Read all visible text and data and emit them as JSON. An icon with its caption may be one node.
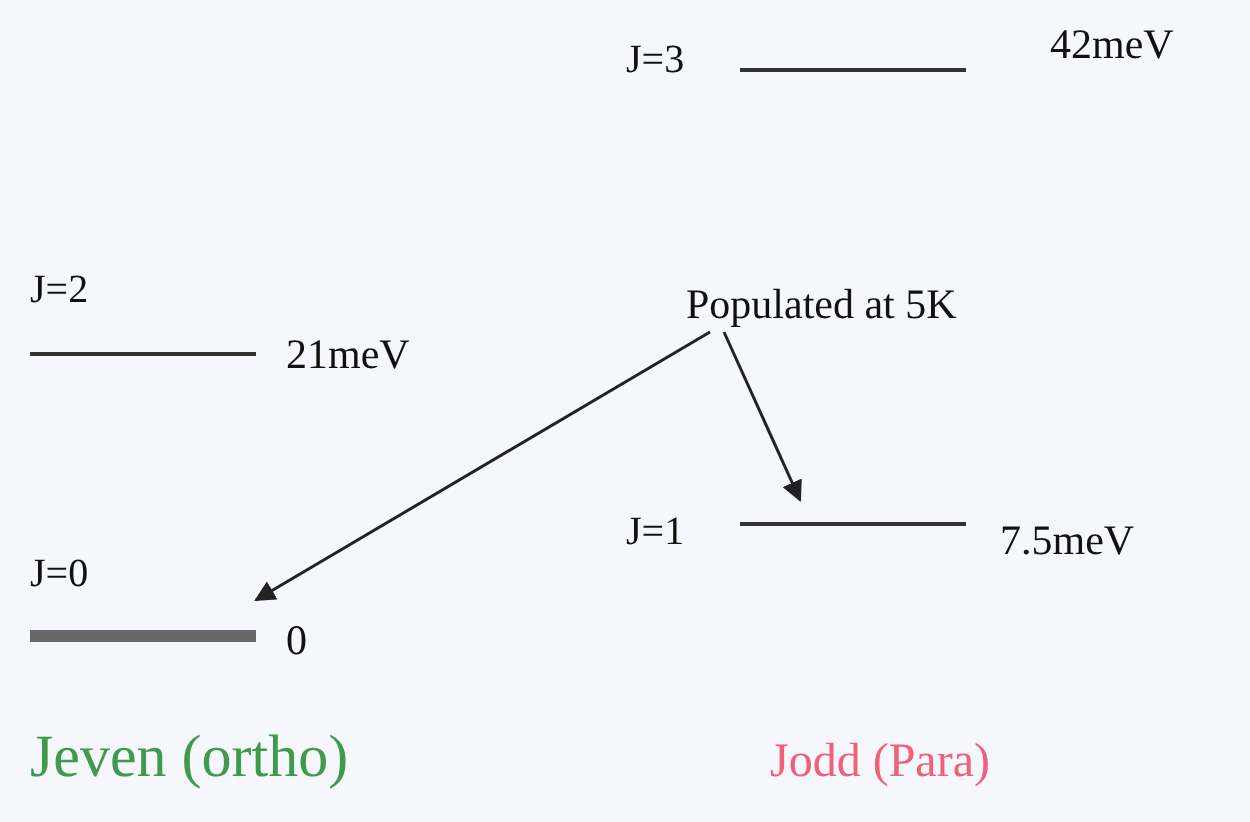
{
  "diagram": {
    "nodes": [
      {
        "text": [
          "J=3"
        ],
        "beside": [
          "42meV"
        ]
      },
      {
        "text": [
          "J=2"
        ],
        "beside": [
          "21meV"
        ]
      },
      {
        "text": [
          "Populated at 5K"
        ]
      },
      {
        "text": [
          "J=1"
        ],
        "beside": [
          "7.5meV"
        ]
      },
      {
        "text": [
          "J=0"
        ],
        "beside": [
          "0"
        ]
      }
    ],
    "edges": [
      {
        "from": 2,
        "to": 4,
        "arrow": "to"
      },
      {
        "from": 2,
        "to": 3,
        "arrow": "to"
      }
    ],
    "labels": [
      "Jeven (ortho)",
      "Jodd (Para)"
    ]
  }
}
